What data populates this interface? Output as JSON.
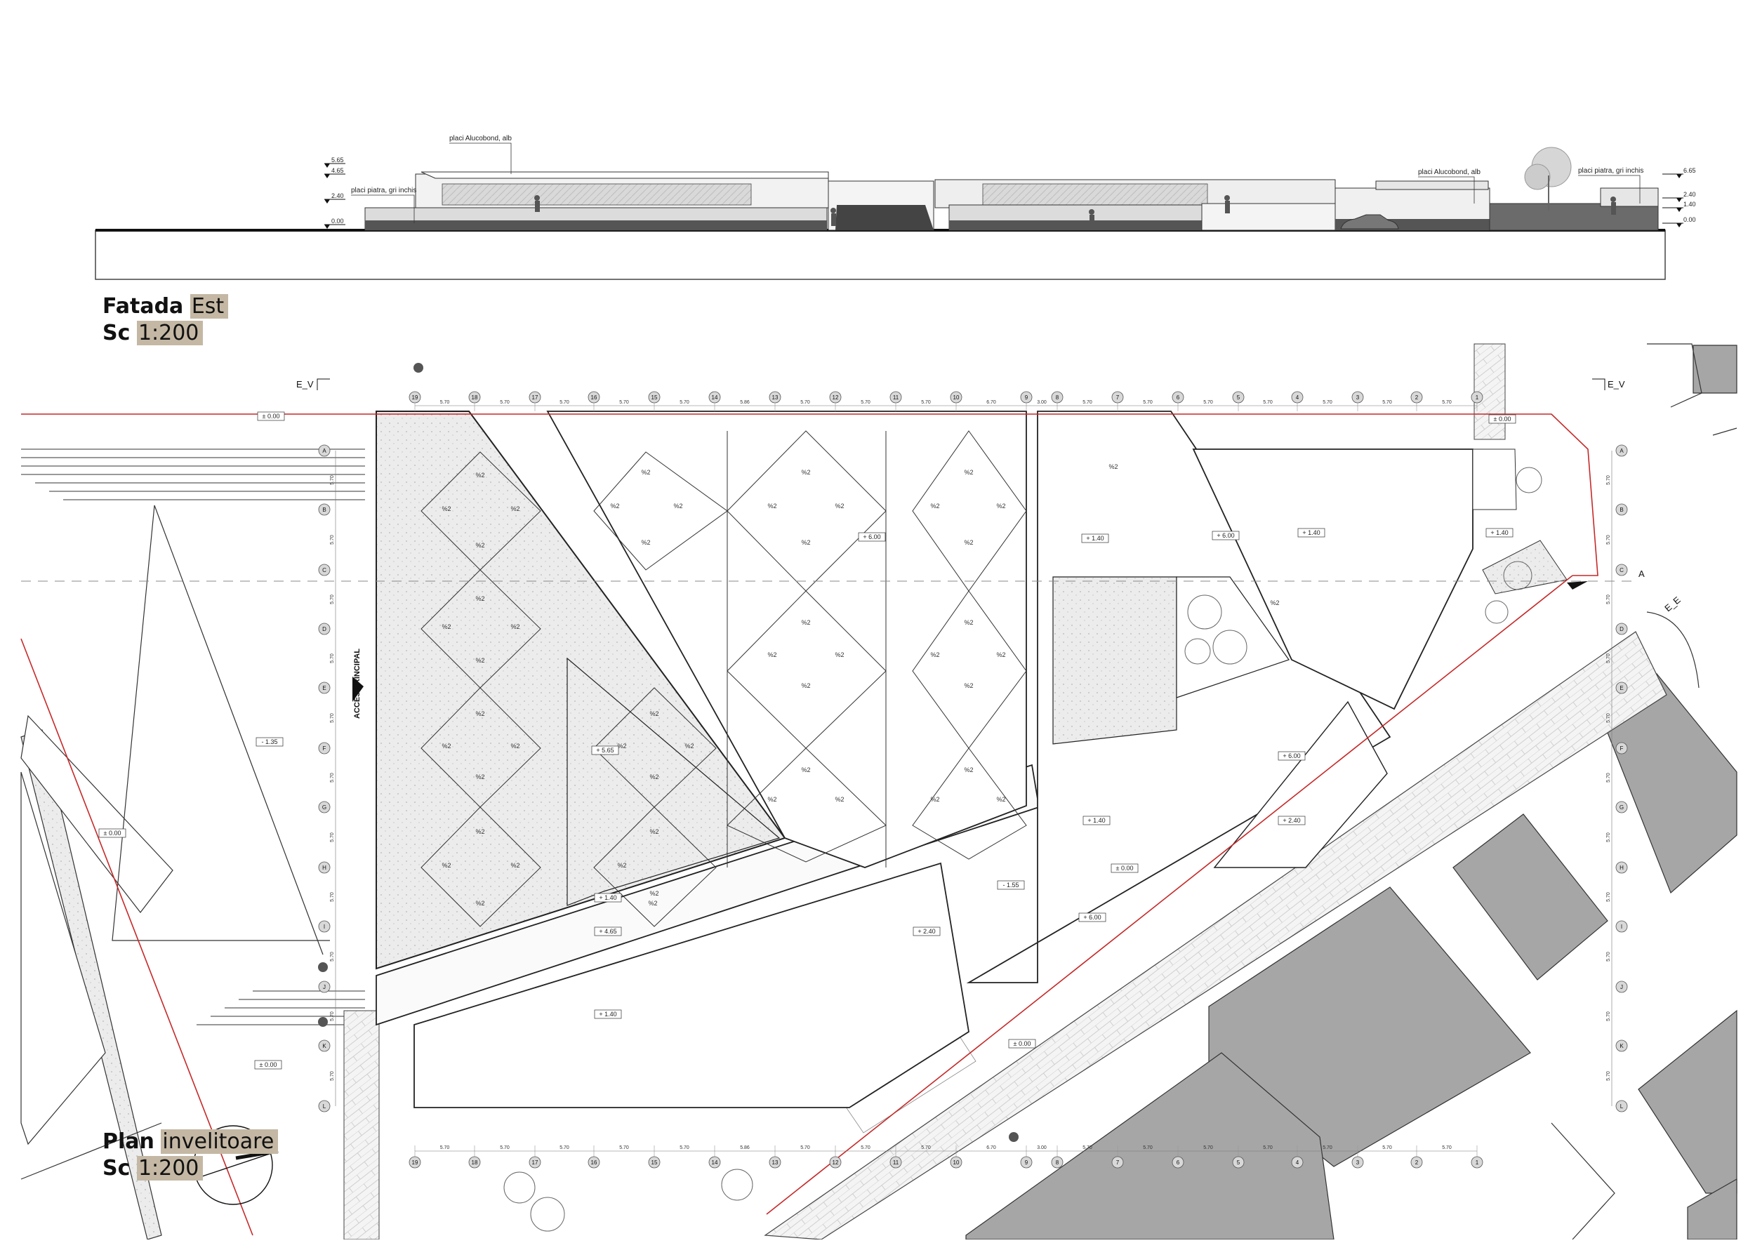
{
  "elevation": {
    "title_bold": "Fatada",
    "title_rest": "Est",
    "scale_bold": "Sc",
    "scale_value": "1:200",
    "labels": {
      "cladding_left": "placi Alucobond, alb",
      "stone_left": "placi piatra, gri inchis",
      "cladding_right": "placi Alucobond, alb",
      "stone_right": "placi piatra, gri inchis"
    },
    "levels_left": [
      "5.65",
      "4.65",
      "2.40",
      "0.00"
    ],
    "levels_right": [
      "6.65",
      "2.40",
      "1.40",
      "0.00"
    ]
  },
  "plan": {
    "title_bold": "Plan",
    "title_rest": "invelitoare",
    "scale_bold": "Sc",
    "scale_value": "1:200",
    "section_marks": [
      "E_V",
      "E_V",
      "A",
      "E_E"
    ],
    "access_label": "ACCES PRINCIPAL",
    "col_axes": [
      "19",
      "18",
      "17",
      "16",
      "15",
      "14",
      "13",
      "12",
      "11",
      "10",
      "9",
      "8",
      "7",
      "6",
      "5",
      "4",
      "3",
      "2",
      "1"
    ],
    "col_spacings": [
      "5.70",
      "5.70",
      "5.70",
      "5.70",
      "5.70",
      "5.86",
      "5.70",
      "5.70",
      "5.70",
      "6.70",
      "3.00",
      "5.70",
      "5.70",
      "5.70",
      "5.70",
      "5.70",
      "5.70",
      "5.70"
    ],
    "row_axes": [
      "A",
      "B",
      "C",
      "D",
      "E",
      "F",
      "G",
      "H",
      "I",
      "J",
      "K",
      "L"
    ],
    "row_spacings": [
      "5.70",
      "5.70",
      "5.70",
      "5.70",
      "5.70",
      "5.70",
      "5.70",
      "5.70",
      "5.70",
      "5.70",
      "5.70"
    ],
    "slope_label": "%2",
    "level_tags": {
      "t1": "± 0.00",
      "t2": "± 0.00",
      "t3": "± 0.00",
      "t4": "± 0.00",
      "t5": "- 1.35",
      "t6": "+ 5.65",
      "t7": "+ 6.00",
      "t8": "+ 1.40",
      "t9": "+ 6.00",
      "t10": "+ 1.40",
      "t11": "+ 1.40",
      "t12": "+ 4.65",
      "t13": "+ 1.40",
      "t14": "+ 2.40",
      "t15": "- 1.55",
      "t16": "+ 1.40",
      "t17": "+ 6.00",
      "t18": "+ 2.40",
      "t19": "+ 6.00",
      "t20": "± 0.00",
      "t21": "+ 1.40",
      "t22": "± 0.00"
    }
  },
  "colors": {
    "ink": "#222222",
    "property_line": "#c62828",
    "hatch_fill": "#e8e8e8",
    "neighbor_fill": "#a6a6a6",
    "title_highlight": "#c4b8a4"
  }
}
